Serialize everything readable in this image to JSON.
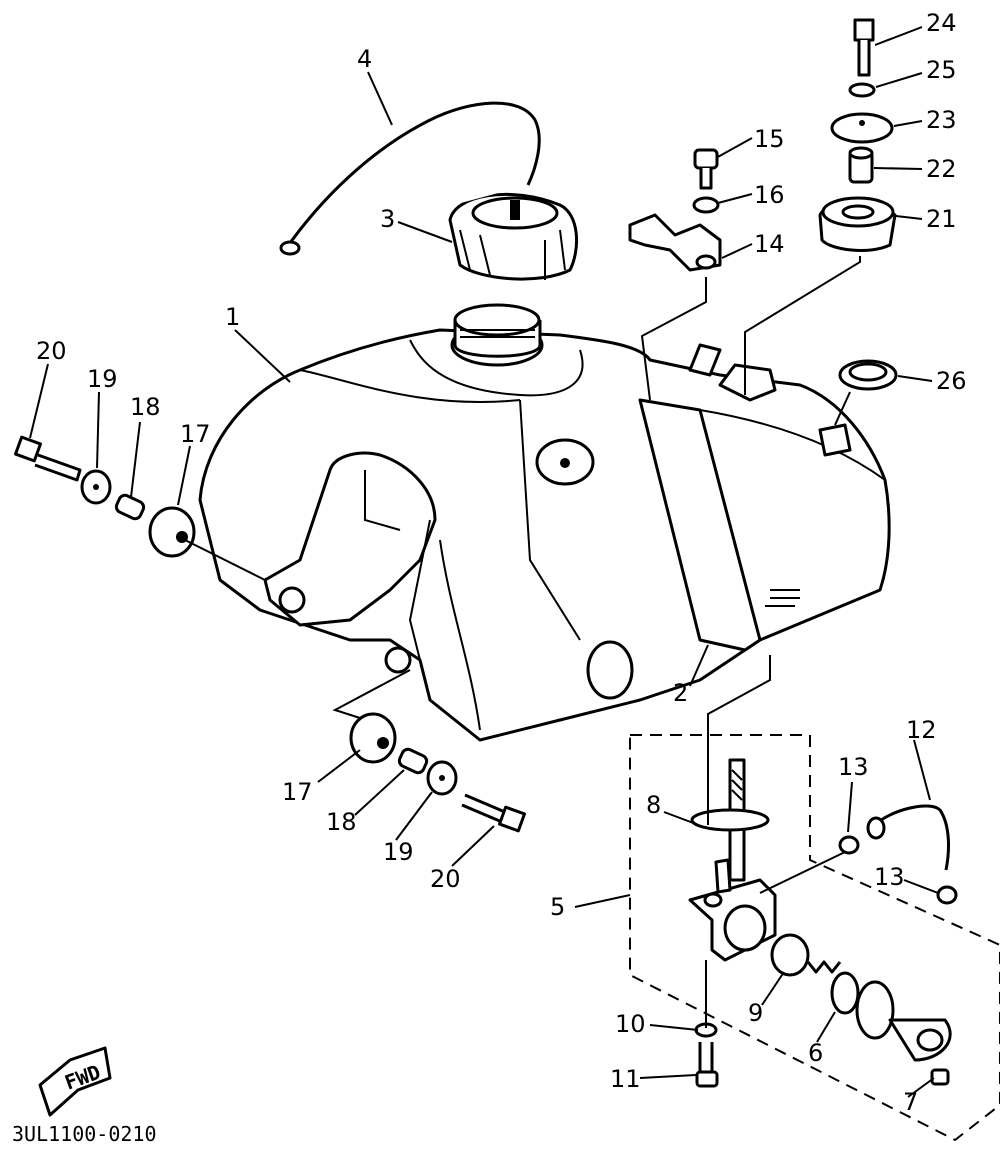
{
  "figure_code": "3UL1100-0210",
  "fwd_label": "FWD",
  "callouts": [
    {
      "id": "c1",
      "text": "1"
    },
    {
      "id": "c2",
      "text": "2"
    },
    {
      "id": "c3",
      "text": "3"
    },
    {
      "id": "c4",
      "text": "4"
    },
    {
      "id": "c5",
      "text": "5"
    },
    {
      "id": "c6",
      "text": "6"
    },
    {
      "id": "c7",
      "text": "7"
    },
    {
      "id": "c8",
      "text": "8"
    },
    {
      "id": "c9",
      "text": "9"
    },
    {
      "id": "c10",
      "text": "10"
    },
    {
      "id": "c11",
      "text": "11"
    },
    {
      "id": "c12",
      "text": "12"
    },
    {
      "id": "c13a",
      "text": "13"
    },
    {
      "id": "c13b",
      "text": "13"
    },
    {
      "id": "c14",
      "text": "14"
    },
    {
      "id": "c15",
      "text": "15"
    },
    {
      "id": "c16",
      "text": "16"
    },
    {
      "id": "c17a",
      "text": "17"
    },
    {
      "id": "c17b",
      "text": "17"
    },
    {
      "id": "c18a",
      "text": "18"
    },
    {
      "id": "c18b",
      "text": "18"
    },
    {
      "id": "c19a",
      "text": "19"
    },
    {
      "id": "c19b",
      "text": "19"
    },
    {
      "id": "c20a",
      "text": "20"
    },
    {
      "id": "c20b",
      "text": "20"
    },
    {
      "id": "c21",
      "text": "21"
    },
    {
      "id": "c22",
      "text": "22"
    },
    {
      "id": "c23",
      "text": "23"
    },
    {
      "id": "c24",
      "text": "24"
    },
    {
      "id": "c25",
      "text": "25"
    },
    {
      "id": "c26",
      "text": "26"
    }
  ]
}
